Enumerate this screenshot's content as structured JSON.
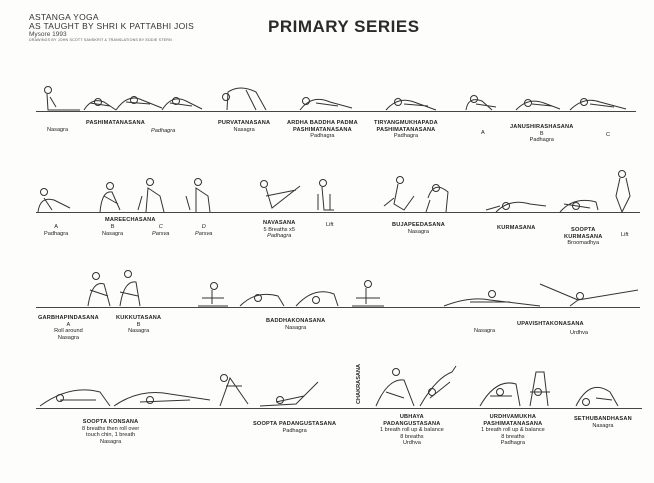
{
  "header": {
    "line1": "ASTANGA YOGA",
    "line2": "AS TAUGHT BY SHRI K PATTABHI JOIS",
    "line3": "Mysore 1993",
    "line4": "DRAWINGS BY JOHN SCOTT  SANSKRIT & TRANSLATIONS BY EDDIE STERN",
    "title": "PRIMARY SERIES"
  },
  "labels": {
    "r1_pashimatanasana": "PASHIMATANASANA",
    "r1_nasagra": "Nasagra",
    "r1_padhagra": "Padhagra",
    "r1_purvatanasana": "PURVATANASANA",
    "r1_purvatanasana_d": "Nasagra",
    "r1_ardha_1": "ARDHA BADDHA PADMA",
    "r1_ardha_2": "PASHIMATANASANA",
    "r1_ardha_3": "Padhagra",
    "r1_tiryang_1": "TIRYANGMUKHAPADA",
    "r1_tiryang_2": "PASHIMATANASANA",
    "r1_tiryang_3": "Padhagra",
    "r1_a": "A",
    "r1_janu_1": "JANUSHIRASHASANA",
    "r1_janu_b": "B",
    "r1_janu_3": "Padhagra",
    "r1_c": "C",
    "r2_a": "A",
    "r2_a_d": "Padhagra",
    "r2_mareech": "MAREECHASANA",
    "r2_b": "B",
    "r2_b_d": "Nasagra",
    "r2_c": "C",
    "r2_c_d": "Parsva",
    "r2_d": "D",
    "r2_d_d": "Parsva",
    "r2_nav_1": "NAVASANA",
    "r2_nav_2": "5 Breaths x5",
    "r2_nav_3": "Padhagra",
    "r2_lift1": "Lift",
    "r2_bhuja_1": "BUJAPEEDASANA",
    "r2_bhuja_2": "Nasagra",
    "r2_kurma": "KURMASANA",
    "r2_soopta_1": "SOOPTA",
    "r2_soopta_2": "KURMASANA",
    "r2_soopta_3": "Broomadhya",
    "r2_lift2": "Lift",
    "r3_garbha": "GARBHAPINDASANA",
    "r3_garbha_a": "A",
    "r3_garbha_2": "Roll around",
    "r3_garbha_3": "Nasagra",
    "r3_kukku": "KUKKUTASANA",
    "r3_kukku_b": "B",
    "r3_kukku_3": "Nasagra",
    "r3_baddha_1": "BADDHAKONASANA",
    "r3_baddha_2": "Nasagra",
    "r3_upavi": "UPAVISHTAKONASANA",
    "r3_upavi_n": "Nasagra",
    "r3_upavi_u": "Urdhva",
    "r4_chakra": "CHAKRASANA",
    "r4_sk_1": "SOOPTA KONSANA",
    "r4_sk_2": "8 breaths then roll over",
    "r4_sk_3": "touch chin, 1 breath",
    "r4_sk_4": "Nasagra",
    "r4_sp_1": "SOOPTA PADANGUSTASANA",
    "r4_sp_2": "Padhagra",
    "r4_ub_1": "UBHAYA",
    "r4_ub_2": "PADANGUSTASANA",
    "r4_ub_3": "1 breath roll up & balance",
    "r4_ub_4": "8 breaths",
    "r4_ub_5": "Urdhva",
    "r4_ur_1": "URDHVAMUKHA",
    "r4_ur_2": "PASHIMATANASANA",
    "r4_ur_3": "1 breath roll up & balance",
    "r4_ur_4": "8 breaths",
    "r4_ur_5": "Padhagra",
    "r4_se_1": "SETHUBANDHASAN",
    "r4_se_2": "Nasagra"
  }
}
